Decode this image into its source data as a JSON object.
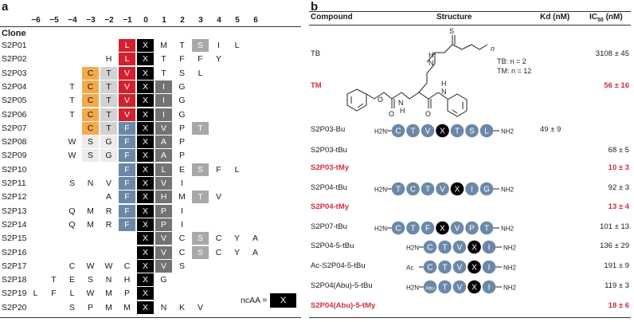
{
  "panel_a": {
    "label": "a",
    "positions": [
      "−6",
      "−5",
      "−4",
      "−3",
      "−2",
      "−1",
      "0",
      "1",
      "2",
      "3",
      "4",
      "5",
      "6"
    ],
    "clone_header": "Clone",
    "rows": [
      {
        "name": "S2P01",
        "cells": [
          "",
          "",
          "",
          "",
          "",
          "L",
          "X",
          "M",
          "T",
          "S",
          "I",
          "L",
          ""
        ]
      },
      {
        "name": "S2P02",
        "cells": [
          "",
          "",
          "",
          "",
          "H",
          "L",
          "X",
          "T",
          "F",
          "F",
          "Y",
          "",
          ""
        ]
      },
      {
        "name": "S2P03",
        "cells": [
          "",
          "",
          "",
          "C",
          "T",
          "V",
          "X",
          "T",
          "S",
          "L",
          "",
          "",
          ""
        ]
      },
      {
        "name": "S2P04",
        "cells": [
          "",
          "",
          "T",
          "C",
          "T",
          "V",
          "X",
          "I",
          "G",
          "",
          "",
          "",
          ""
        ]
      },
      {
        "name": "S2P05",
        "cells": [
          "",
          "",
          "T",
          "C",
          "T",
          "V",
          "X",
          "I",
          "G",
          "",
          "",
          "",
          ""
        ]
      },
      {
        "name": "S2P06",
        "cells": [
          "",
          "",
          "T",
          "C",
          "T",
          "V",
          "X",
          "I",
          "G",
          "",
          "",
          "",
          ""
        ]
      },
      {
        "name": "S2P07",
        "cells": [
          "",
          "",
          "",
          "C",
          "T",
          "F",
          "X",
          "V",
          "P",
          "T",
          "",
          "",
          ""
        ]
      },
      {
        "name": "S2P08",
        "cells": [
          "",
          "",
          "W",
          "S",
          "G",
          "F",
          "X",
          "A",
          "P",
          "",
          "",
          "",
          ""
        ]
      },
      {
        "name": "S2P09",
        "cells": [
          "",
          "",
          "W",
          "S",
          "G",
          "F",
          "X",
          "A",
          "P",
          "",
          "",
          "",
          ""
        ]
      },
      {
        "name": "S2P10",
        "cells": [
          "",
          "",
          "",
          "",
          "",
          "F",
          "X",
          "L",
          "E",
          "S",
          "F",
          "L",
          ""
        ]
      },
      {
        "name": "S2P11",
        "cells": [
          "",
          "",
          "S",
          "N",
          "V",
          "F",
          "X",
          "V",
          "I",
          "",
          "",
          "",
          ""
        ]
      },
      {
        "name": "S2P12",
        "cells": [
          "",
          "",
          "",
          "",
          "A",
          "F",
          "X",
          "H",
          "M",
          "T",
          "V",
          "",
          ""
        ]
      },
      {
        "name": "S2P13",
        "cells": [
          "",
          "",
          "Q",
          "M",
          "R",
          "F",
          "X",
          "P",
          "I",
          "",
          "",
          "",
          ""
        ]
      },
      {
        "name": "S2P14",
        "cells": [
          "",
          "",
          "Q",
          "M",
          "R",
          "F",
          "X",
          "P",
          "I",
          "",
          "",
          "",
          ""
        ]
      },
      {
        "name": "S2P15",
        "cells": [
          "",
          "",
          "",
          "",
          "",
          "",
          "X",
          "V",
          "C",
          "S",
          "C",
          "Y",
          "A"
        ]
      },
      {
        "name": "S2P16",
        "cells": [
          "",
          "",
          "",
          "",
          "",
          "",
          "X",
          "V",
          "C",
          "S",
          "C",
          "Y",
          "A"
        ]
      },
      {
        "name": "S2P17",
        "cells": [
          "",
          "",
          "C",
          "W",
          "W",
          "C",
          "X",
          "V",
          "S",
          "",
          "",
          "",
          ""
        ]
      },
      {
        "name": "S2P18",
        "cells": [
          "",
          "T",
          "E",
          "S",
          "N",
          "H",
          "X",
          "G",
          "",
          "",
          "",
          "",
          ""
        ]
      },
      {
        "name": "S2P19",
        "cells": [
          "L",
          "F",
          "L",
          "W",
          "M",
          "P",
          "X",
          "",
          "",
          "",
          "",
          "",
          ""
        ]
      },
      {
        "name": "S2P20",
        "cells": [
          "",
          "",
          "S",
          "P",
          "M",
          "M",
          "X",
          "N",
          "K",
          "V",
          "",
          "",
          ""
        ]
      }
    ],
    "fills": [
      [
        0,
        5,
        "red"
      ],
      [
        1,
        5,
        "red"
      ],
      [
        2,
        5,
        "red"
      ],
      [
        3,
        5,
        "red"
      ],
      [
        4,
        5,
        "red"
      ],
      [
        5,
        5,
        "red"
      ],
      [
        2,
        3,
        "orange"
      ],
      [
        3,
        3,
        "orange"
      ],
      [
        4,
        3,
        "orange"
      ],
      [
        5,
        3,
        "orange"
      ],
      [
        6,
        3,
        "orange"
      ],
      [
        2,
        4,
        "lgray"
      ],
      [
        3,
        4,
        "lgray"
      ],
      [
        4,
        4,
        "lgray"
      ],
      [
        5,
        4,
        "lgray"
      ],
      [
        6,
        4,
        "lgray"
      ],
      [
        7,
        3,
        "xlgray"
      ],
      [
        8,
        3,
        "xlgray"
      ],
      [
        7,
        4,
        "xlgray"
      ],
      [
        8,
        4,
        "xlgray"
      ],
      [
        6,
        5,
        "blue"
      ],
      [
        7,
        5,
        "blue"
      ],
      [
        8,
        5,
        "blue"
      ],
      [
        9,
        5,
        "blue"
      ],
      [
        10,
        5,
        "blue"
      ],
      [
        11,
        5,
        "blue"
      ],
      [
        12,
        5,
        "blue"
      ],
      [
        13,
        5,
        "blue"
      ],
      [
        3,
        7,
        "dgray"
      ],
      [
        4,
        7,
        "dgray"
      ],
      [
        5,
        7,
        "dgray"
      ],
      [
        6,
        7,
        "dgray"
      ],
      [
        7,
        7,
        "dgray"
      ],
      [
        8,
        7,
        "dgray"
      ],
      [
        9,
        7,
        "dgray"
      ],
      [
        10,
        7,
        "dgray"
      ],
      [
        11,
        7,
        "dgray"
      ],
      [
        12,
        7,
        "dgray"
      ],
      [
        13,
        7,
        "dgray"
      ],
      [
        14,
        7,
        "dgray"
      ],
      [
        15,
        7,
        "dgray"
      ],
      [
        16,
        7,
        "dgray"
      ],
      [
        0,
        9,
        "mgray"
      ],
      [
        6,
        9,
        "mgray"
      ],
      [
        9,
        9,
        "mgray"
      ],
      [
        11,
        9,
        "mgray"
      ],
      [
        14,
        9,
        "mgray"
      ],
      [
        15,
        9,
        "mgray"
      ]
    ],
    "legend_label": "ncAA =",
    "legend_symbol": "X"
  },
  "panel_b": {
    "label": "b",
    "headers": {
      "compound": "Compound",
      "structure": "Structure",
      "kd": "Kd (nM)",
      "ic50": "IC50 (nM)"
    },
    "chem": {
      "s_label": "S",
      "h_label": "H",
      "n_label": "N",
      "o_label": "O",
      "n_sub": "n",
      "tb_note": "TB: n = 2",
      "tm_note": "TM: n = 12"
    },
    "rows": [
      {
        "name": "TB",
        "red": false,
        "kd": "",
        "ic50": "3108 ± 45"
      },
      {
        "name": "TM",
        "red": true,
        "kd": "",
        "ic50": "56 ± 16"
      },
      {
        "name": "S2P03-Bu",
        "red": false,
        "kd": "49 ± 9",
        "ic50": "",
        "n_term": "H2N",
        "c_term": "NH2",
        "seq": [
          "C",
          "T",
          "V",
          "X",
          "T",
          "S",
          "L"
        ]
      },
      {
        "name": "S2P03-tBu",
        "red": false,
        "kd": "",
        "ic50": "68 ± 5"
      },
      {
        "name": "S2P03-tMy",
        "red": true,
        "kd": "",
        "ic50": "10 ± 3"
      },
      {
        "name": "S2P04-tBu",
        "red": false,
        "kd": "",
        "ic50": "92 ± 3",
        "n_term": "H2N",
        "c_term": "NH2",
        "seq": [
          "T",
          "C",
          "T",
          "V",
          "X",
          "I",
          "G"
        ]
      },
      {
        "name": "S2P04-tMy",
        "red": true,
        "kd": "",
        "ic50": "13 ± 4"
      },
      {
        "name": "S2P07-tBu",
        "red": false,
        "kd": "",
        "ic50": "101 ± 13",
        "n_term": "H2N",
        "c_term": "NH2",
        "seq": [
          "C",
          "T",
          "F",
          "X",
          "V",
          "P",
          "T"
        ]
      },
      {
        "name": "S2P04-5-tBu",
        "red": false,
        "kd": "",
        "ic50": "136 ± 29",
        "n_term": "H2N",
        "c_term": "NH2",
        "seq": [
          "C",
          "T",
          "V",
          "X",
          "I"
        ]
      },
      {
        "name": "Ac-S2P04-5-tBu",
        "red": false,
        "kd": "",
        "ic50": "191 ± 9",
        "n_term": "Ac",
        "c_term": "NH2",
        "seq": [
          "C",
          "T",
          "V",
          "X",
          "I"
        ]
      },
      {
        "name": "S2P04(Abu)-5-tBu",
        "red": false,
        "kd": "",
        "ic50": "119 ± 3",
        "n_term": "H2N",
        "c_term": "NH2",
        "seq": [
          "Abu",
          "T",
          "V",
          "X",
          "I"
        ]
      },
      {
        "name": "S2P04(Abu)-5-tMy",
        "red": true,
        "kd": "",
        "ic50": "18 ± 6"
      }
    ],
    "colors": {
      "bead": "#6b88a8",
      "x_bead": "#000000",
      "red_text": "#d0303c"
    }
  },
  "colors": {
    "red": "#d4202e",
    "orange": "#f5a94a",
    "lgray": "#d2d2d2",
    "xlgray": "#ececec",
    "blue": "#6b88a8",
    "dgray": "#737373",
    "mgray": "#a8a8a8",
    "black": "#000000"
  }
}
